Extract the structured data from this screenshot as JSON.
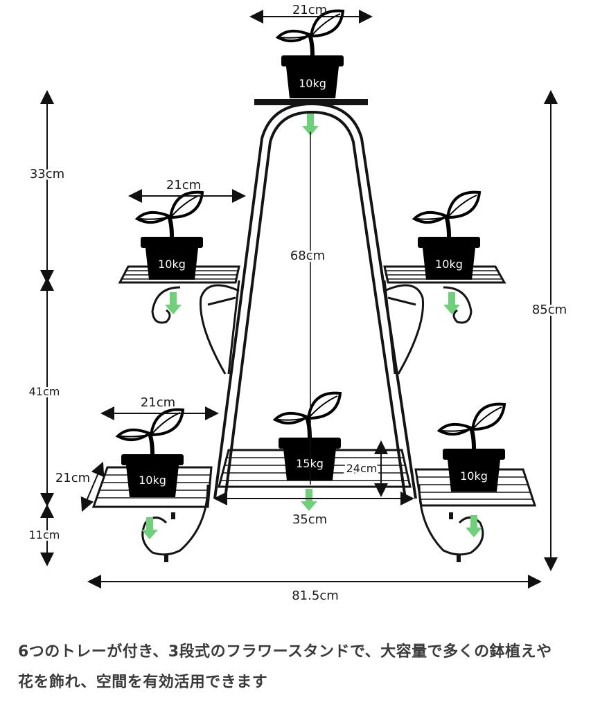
{
  "dimensions": {
    "top_width": "21cm",
    "mid_left_width": "21cm",
    "bottom_left_width": "21cm",
    "height_top_section": "33cm",
    "height_mid_section": "41cm",
    "height_bottom_section": "11cm",
    "center_height": "68cm",
    "total_height": "85cm",
    "tray_depth_left": "21cm",
    "center_tray_depth": "24cm",
    "center_tray_width": "35cm",
    "total_width": "81.5cm"
  },
  "loads": {
    "top": "10kg",
    "mid_left": "10kg",
    "mid_right": "10kg",
    "bottom_left": "10kg",
    "bottom_center": "15kg",
    "bottom_right": "10kg"
  },
  "caption": {
    "line1": "6つのトレーが付き、3段式のフラワースタンドで、大容量で多くの鉢植えや",
    "line2": "花を飾れ、空間を有効活用できます"
  },
  "colors": {
    "frame": "#141414",
    "pot": "#000000",
    "arrow": "#6fcf7a",
    "caption_text": "#3a3a3a"
  }
}
